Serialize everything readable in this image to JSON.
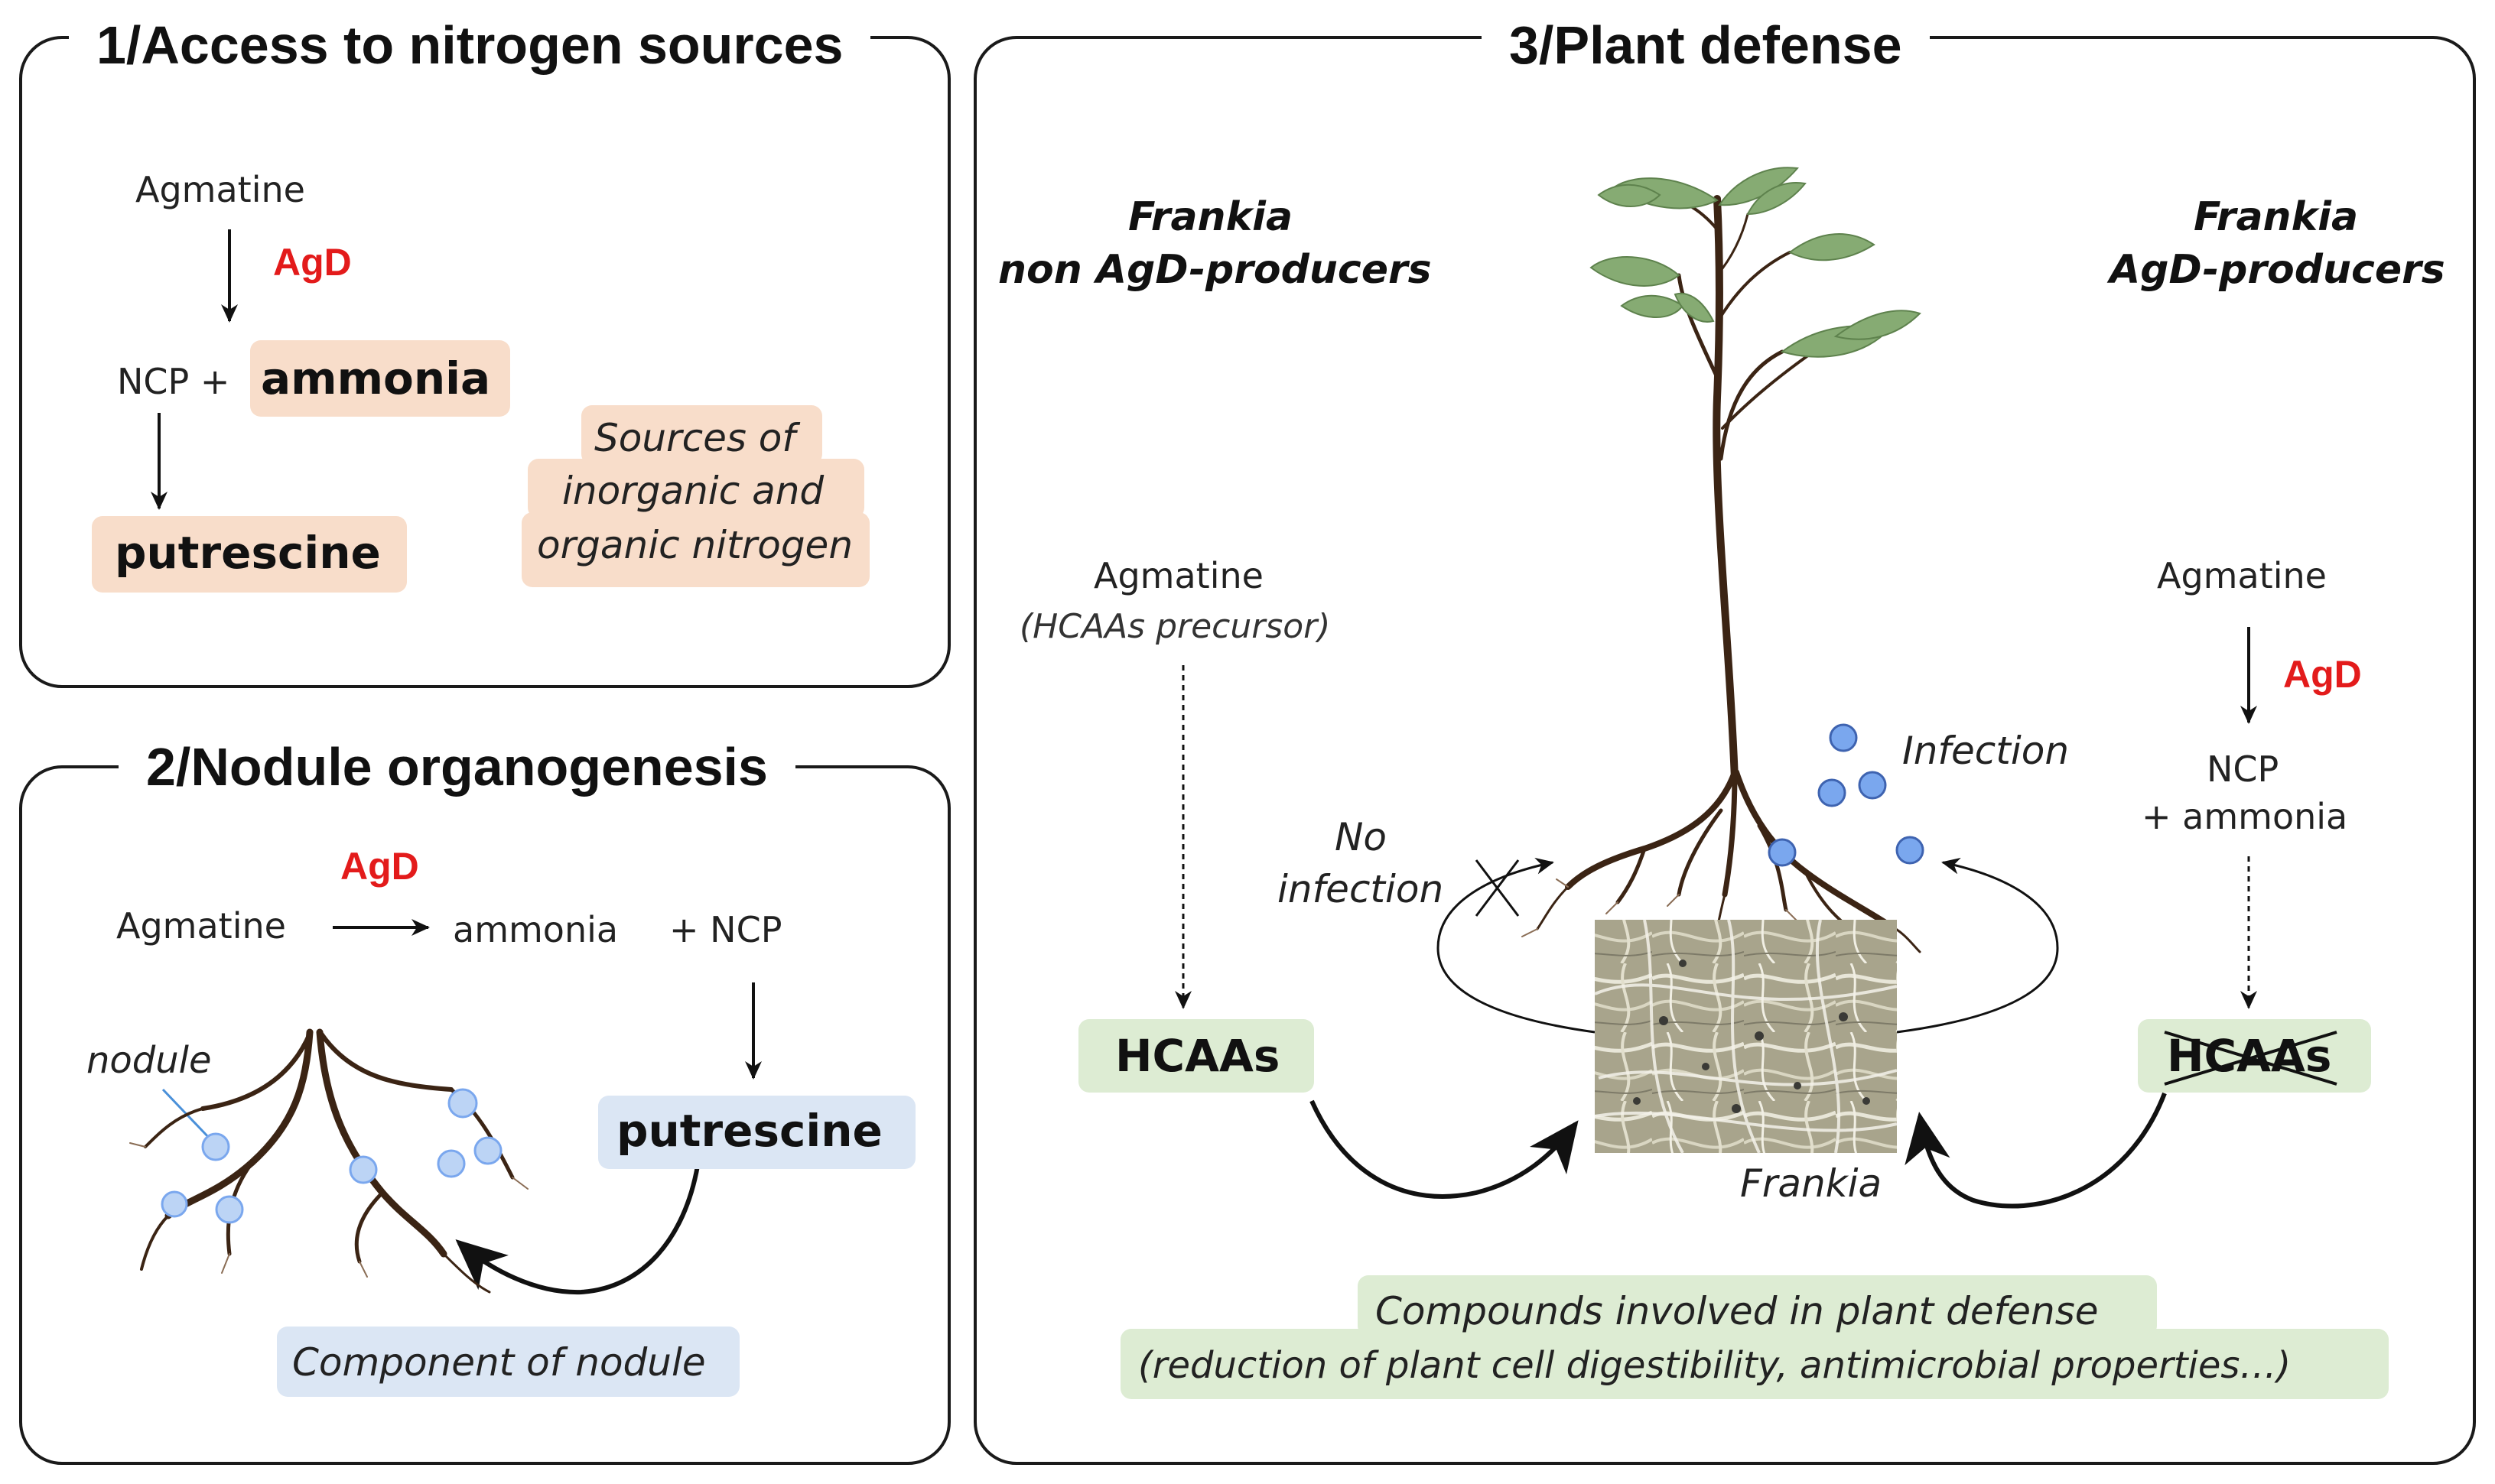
{
  "panel1": {
    "title": "1/Access to nitrogen sources",
    "agmatine": "Agmatine",
    "enzyme": "AgD",
    "ncp_plus": "NCP +",
    "ammonia": "ammonia",
    "putrescine": "putrescine",
    "sources_line1": "Sources of",
    "sources_line2": "inorganic and",
    "sources_line3": "organic nitrogen"
  },
  "panel2": {
    "title": "2/Nodule organogenesis",
    "enzyme": "AgD",
    "agmatine": "Agmatine",
    "ammonia": "ammonia",
    "ncp": "+ NCP",
    "nodule_label": "nodule",
    "putrescine": "putrescine",
    "component": "Component of nodule"
  },
  "panel3": {
    "title": "3/Plant defense",
    "left_heading_line1": "Frankia",
    "left_heading_line2": "non AgD-producers",
    "right_heading_line1": "Frankia",
    "right_heading_line2": "AgD-producers",
    "left_agmatine": "Agmatine",
    "left_precursor": "(HCAAs precursor)",
    "left_hcaas": "HCAAs",
    "no_infection_line1": "No",
    "no_infection_line2": "infection",
    "infection": "Infection",
    "frankia_label": "Frankia",
    "right_agmatine": "Agmatine",
    "right_enzyme": "AgD",
    "right_ncp": "NCP",
    "right_ammonia": "+ ammonia",
    "right_hcaas": "HCAAs",
    "compounds_line1": "Compounds involved in plant defense",
    "compounds_line2": "(reduction of plant cell digestibility, antimicrobial properties…)"
  },
  "colors": {
    "enzyme_red": "#e31b1b",
    "peach_highlight": "#f8ddca",
    "blue_highlight": "#dbe6f4",
    "green_highlight": "#ddecd3",
    "nodule_blue": "#7aa7ee",
    "leaf_green": "#7ea36a",
    "root_brown": "#3b2414"
  },
  "icons": [
    "plant-icon",
    "root-system-icon",
    "frankia-micrograph-icon",
    "cross-mark-icon"
  ]
}
